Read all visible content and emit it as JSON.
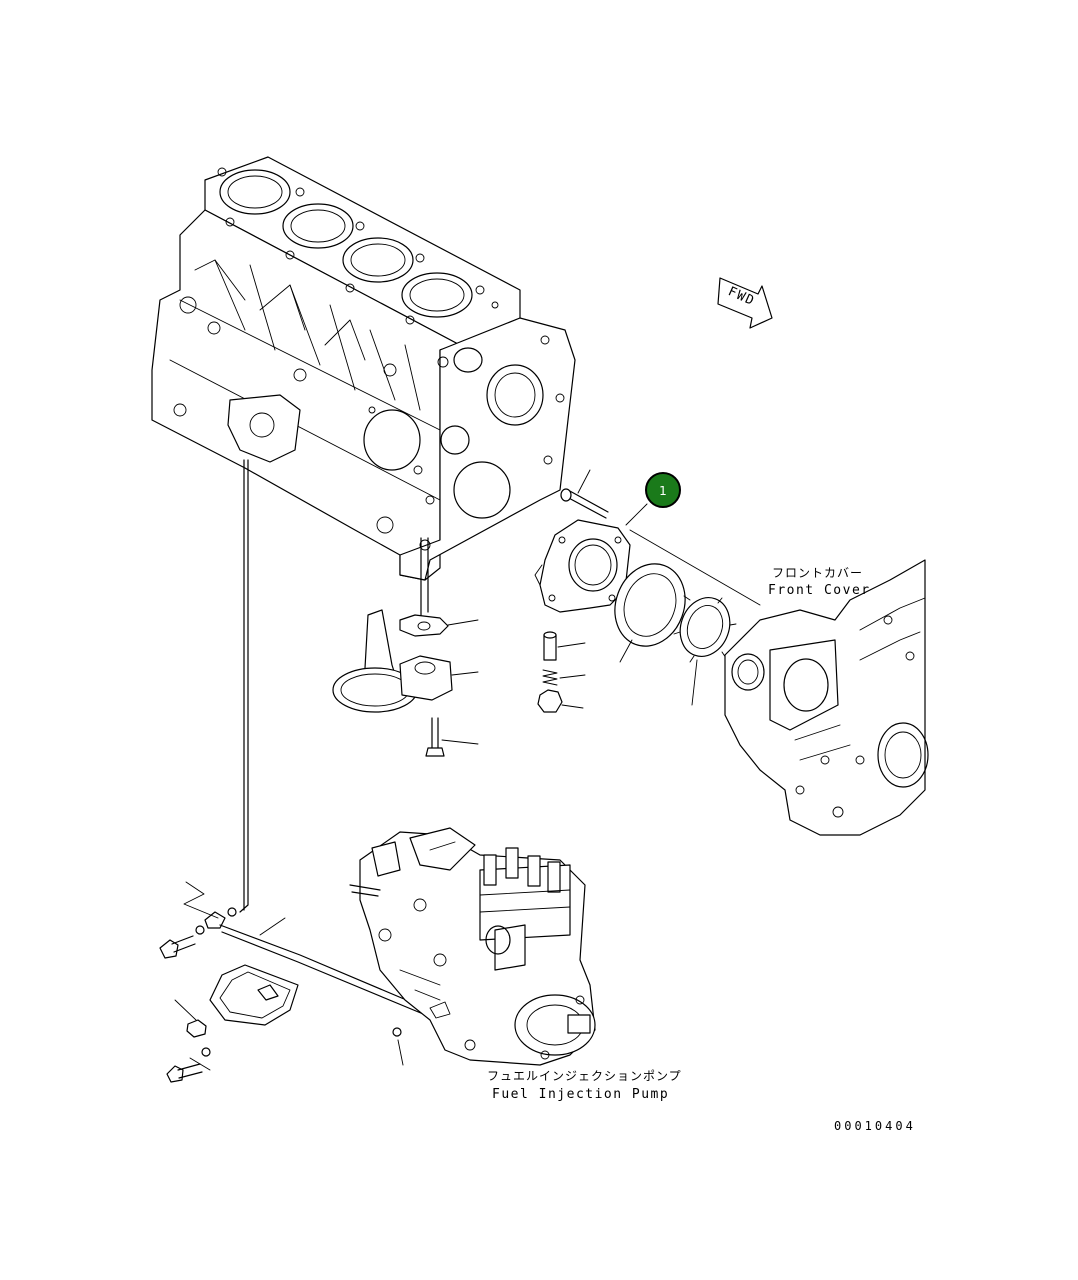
{
  "diagram": {
    "fwd_label": "FWD",
    "callout_number": "1",
    "callout_color": "#1a7a1a",
    "front_cover_jp": "フロントカバー",
    "front_cover_en": "Front Cover",
    "fuel_pump_jp": "フュエルインジェクションポンプ",
    "fuel_pump_en": "Fuel Injection Pump",
    "drawing_number": "00010404"
  }
}
